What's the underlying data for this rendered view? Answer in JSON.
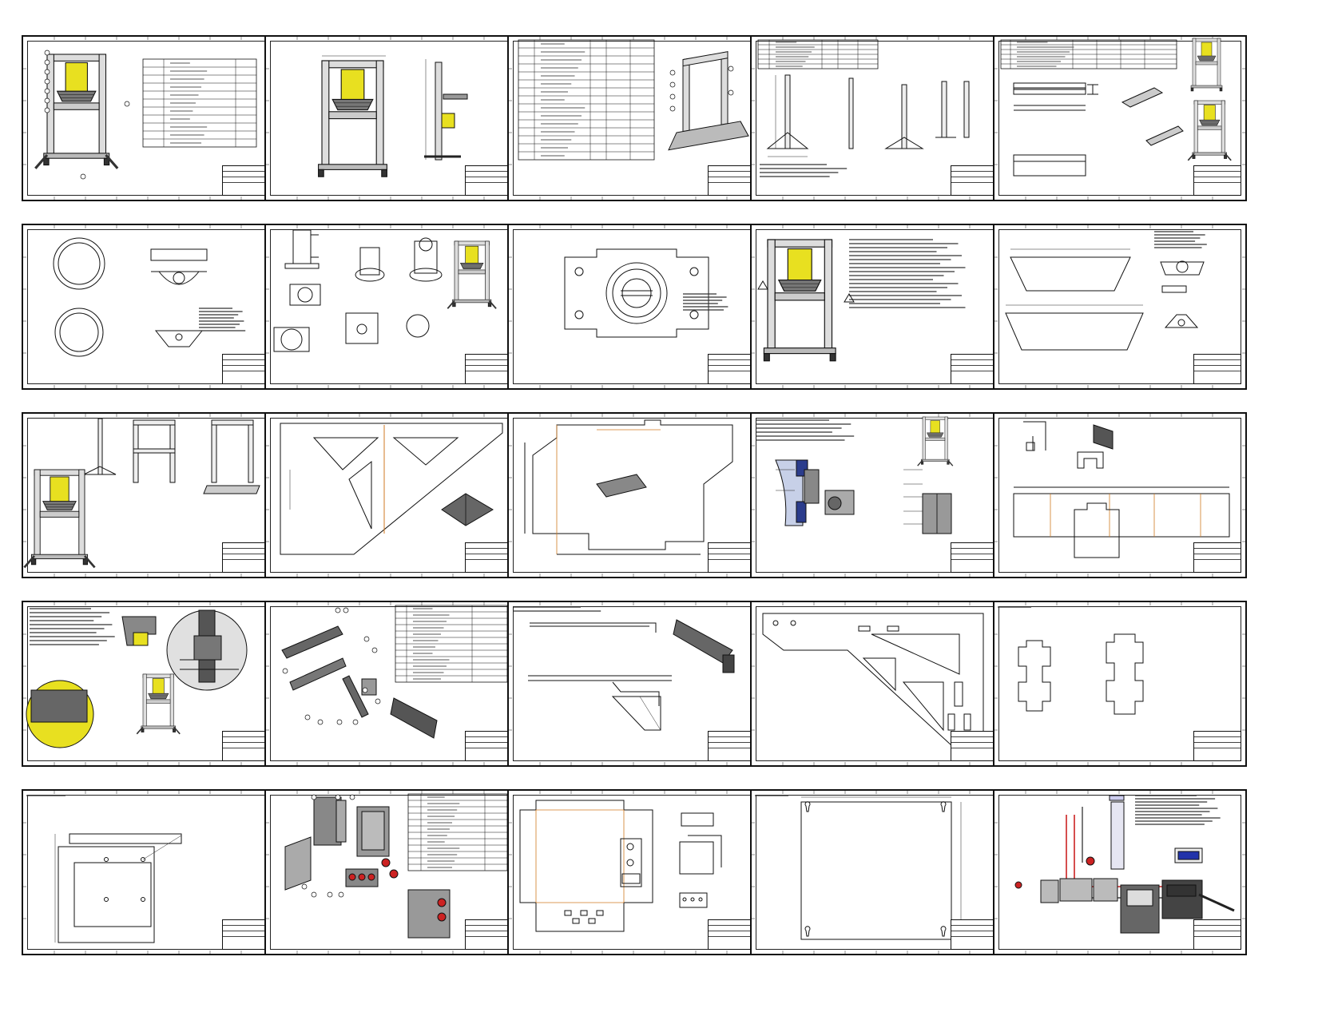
{
  "page": {
    "title": ""
  },
  "colors": {
    "line": "#111111",
    "accent_yellow": "#e8e020",
    "accent_orange": "#d07a20",
    "accent_red": "#cc2222",
    "fill_gray": "#6f6f6f"
  },
  "sheets": [
    {
      "kind": "assembly-iso-with-bom"
    },
    {
      "kind": "front-side-views"
    },
    {
      "kind": "bom-with-frame-iso"
    },
    {
      "kind": "frame-uprights"
    },
    {
      "kind": "beam-details"
    },
    {
      "kind": "ring-plates"
    },
    {
      "kind": "jack-mount-parts"
    },
    {
      "kind": "base-plate"
    },
    {
      "kind": "press-front-view-notes"
    },
    {
      "kind": "trapezoid-plates"
    },
    {
      "kind": "frame-assembly-steps"
    },
    {
      "kind": "gusset-plate"
    },
    {
      "kind": "platform-plate"
    },
    {
      "kind": "section-detail"
    },
    {
      "kind": "bracket-flat-pattern"
    },
    {
      "kind": "rail-detail-callouts"
    },
    {
      "kind": "arm-exploded-bom"
    },
    {
      "kind": "arm-profile-views"
    },
    {
      "kind": "arm-gusset-large"
    },
    {
      "kind": "slotted-plates"
    },
    {
      "kind": "panel-hole-pattern"
    },
    {
      "kind": "control-box-exploded-bom"
    },
    {
      "kind": "box-flat-pattern"
    },
    {
      "kind": "mounting-plate"
    },
    {
      "kind": "wiring-diagram"
    }
  ]
}
